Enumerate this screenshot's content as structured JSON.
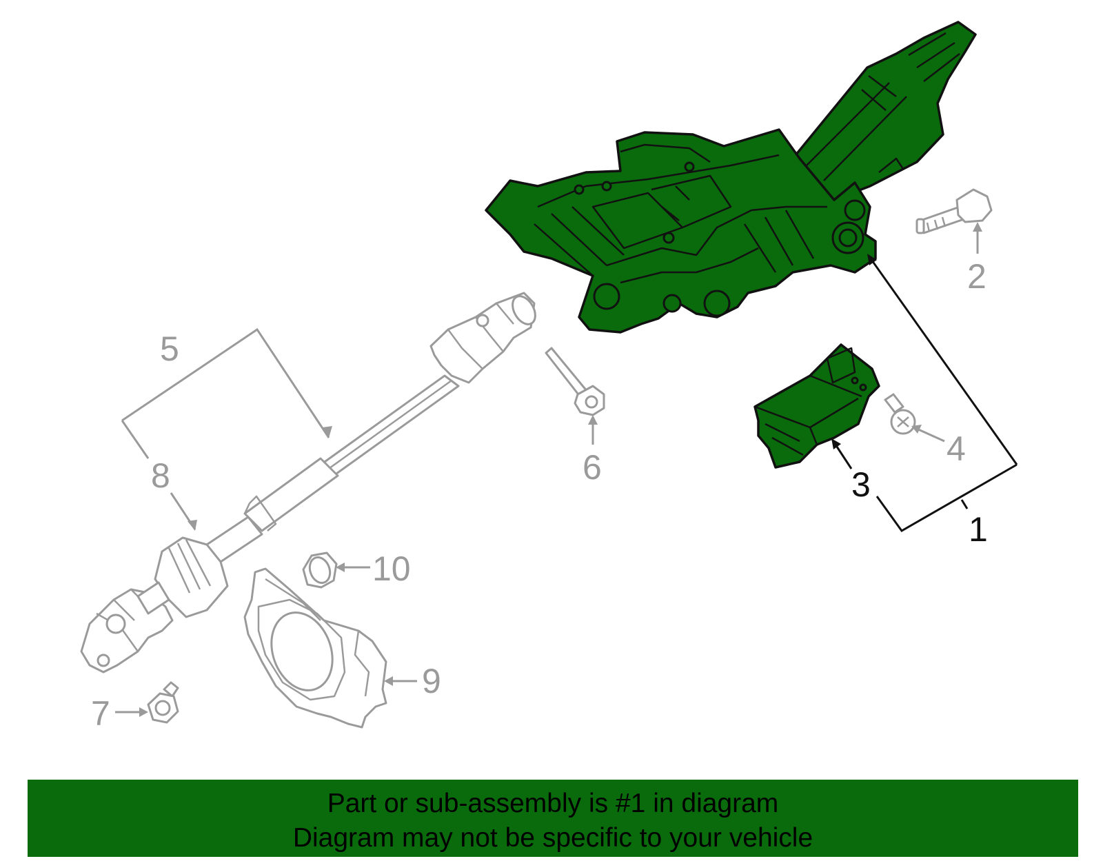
{
  "callouts": {
    "c1": "1",
    "c2": "2",
    "c3": "3",
    "c4": "4",
    "c5": "5",
    "c6": "6",
    "c7": "7",
    "c8": "8",
    "c9": "9",
    "c10": "10"
  },
  "highlighted_part": "1",
  "colors": {
    "highlight": "#0a6b0c",
    "outline": "#111111",
    "secondary_parts": "#9a9a9a",
    "background": "#ffffff"
  },
  "banner": {
    "line1": "Part or sub-assembly is #1 in diagram",
    "line2": "Diagram may not be specific to your vehicle"
  }
}
